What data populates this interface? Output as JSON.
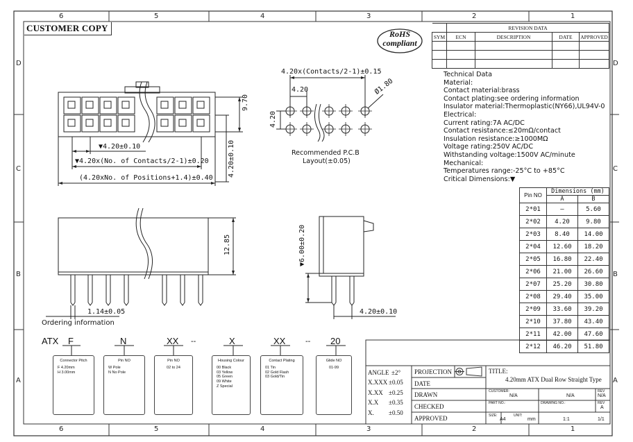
{
  "header": {
    "customer_copy": "CUSTOMER COPY"
  },
  "grid": {
    "columns": [
      "6",
      "5",
      "4",
      "3",
      "2",
      "1"
    ],
    "rows": [
      "D",
      "C",
      "B",
      "A"
    ]
  },
  "rohs": {
    "line1": "RoHS",
    "line2": "compliant"
  },
  "revision": {
    "title": "REVISION DATA",
    "headers": [
      "SYM",
      "ECN",
      "DESCRIPTION",
      "DATE",
      "APPROVED"
    ]
  },
  "technical_data": [
    "Technical  Data",
    "Material:",
    "Contact  material:brass",
    "Contact  plating:see  ordering  information",
    "Insulator  material:Thermoplastic(NY66),UL94V-0",
    "Electrical:",
    "Current  rating:7A  AC/DC",
    "Contact  resistance:≤20mΩ/contact",
    "Insulation  resistance:≥1000MΩ",
    "Voltage  rating:250V  AC/DC",
    "Withstanding  voltage:1500V  AC/minute",
    "Mechanical:",
    "Temperatures  range:-25°C  to  +85°C",
    "Critical  Dimensions:▼"
  ],
  "dimensions_table": {
    "col_pin": "Pin NO",
    "col_dim": "Dimensions  (mm)",
    "col_a": "A",
    "col_b": "B",
    "rows": [
      {
        "pin": "2*01",
        "a": "—",
        "b": "5.60"
      },
      {
        "pin": "2*02",
        "a": "4.20",
        "b": "9.80"
      },
      {
        "pin": "2*03",
        "a": "8.40",
        "b": "14.00"
      },
      {
        "pin": "2*04",
        "a": "12.60",
        "b": "18.20"
      },
      {
        "pin": "2*05",
        "a": "16.80",
        "b": "22.40"
      },
      {
        "pin": "2*06",
        "a": "21.00",
        "b": "26.60"
      },
      {
        "pin": "2*07",
        "a": "25.20",
        "b": "30.80"
      },
      {
        "pin": "2*08",
        "a": "29.40",
        "b": "35.00"
      },
      {
        "pin": "2*09",
        "a": "33.60",
        "b": "39.20"
      },
      {
        "pin": "2*10",
        "a": "37.80",
        "b": "43.40"
      },
      {
        "pin": "2*11",
        "a": "42.00",
        "b": "47.60"
      },
      {
        "pin": "2*12",
        "a": "46.20",
        "b": "51.80"
      }
    ]
  },
  "drawing_dims": {
    "pitch": "▼4.20±0.10",
    "contacts": "▼4.20x(No. of Contacts/2-1)±0.20",
    "positions": "(4.20xNo. of Positions+1.4)±0.40",
    "height_970": "9.70",
    "height_420": "4.20±0.10",
    "pcb_top": "4.20x(Contacts/2-1)±0.15",
    "pcb_420": "4.20",
    "pcb_hole": "Ø1.80",
    "pcb_vert": "4.20",
    "pcb_caption1": "Recommended  P.C.B",
    "pcb_caption2": "Layout(±0.05)",
    "side_1285": "12.85",
    "pin_114": "1.14±0.05",
    "ordering_info": "Ordering  information",
    "side_600": "▼6.00±0.20",
    "side_420": "4.20±0.10"
  },
  "ordering": {
    "codes": [
      "ATX",
      "F",
      "N",
      "XX",
      "--",
      "X",
      "XX",
      "--",
      "20"
    ],
    "boxes": [
      {
        "title": "Connector Pitch",
        "lines": [
          "F    4.20mm",
          "H    3.00mm"
        ]
      },
      {
        "title": "Pin NO",
        "lines": [
          "W    Pole",
          "N    No Pole"
        ]
      },
      {
        "title": "Pin NO",
        "lines": [
          "02 to 24"
        ]
      },
      {
        "title": "Housing Colour",
        "lines": [
          "00    Black",
          "03    Yellow",
          "05    Green",
          "09    White",
          "Z     Special"
        ]
      },
      {
        "title": "Contact Plating",
        "lines": [
          "01    Tin",
          "02    Gold Flash",
          "03    Gold/Tin"
        ]
      },
      {
        "title": "Glide NO",
        "lines": [
          "01-99"
        ]
      }
    ]
  },
  "title_block": {
    "tolerances": [
      {
        "label": "ANGLE",
        "value": "±2°"
      },
      {
        "label": "X.XXX",
        "value": "±0.05"
      },
      {
        "label": "X.XX",
        "value": "±0.25"
      },
      {
        "label": "X.X",
        "value": "±0.35"
      },
      {
        "label": "X.",
        "value": "±0.50"
      }
    ],
    "projection": "PROJECTION",
    "date": "DATE",
    "drawn": "DRAWN",
    "checked": "CHECKED",
    "approved": "APPROVED",
    "title_label": "TITLE:",
    "title_text": "4.20mm ATX Dual Row Straight Type",
    "customer_label": "CUSTOMER:",
    "customer_value": "N/A",
    "customer_value2": "N/A",
    "rev_label": "REV",
    "rev_value": "N/A",
    "part_no_label": "PART NO.:",
    "drawing_no_label": "DRAWING NO.:",
    "rev_value2": "A",
    "size_label": "SIZE:",
    "size_value": "A4",
    "unit_label": "UNIT:",
    "unit_value": "mm",
    "scale_value": "1:1",
    "sheet_value": "1/1"
  }
}
